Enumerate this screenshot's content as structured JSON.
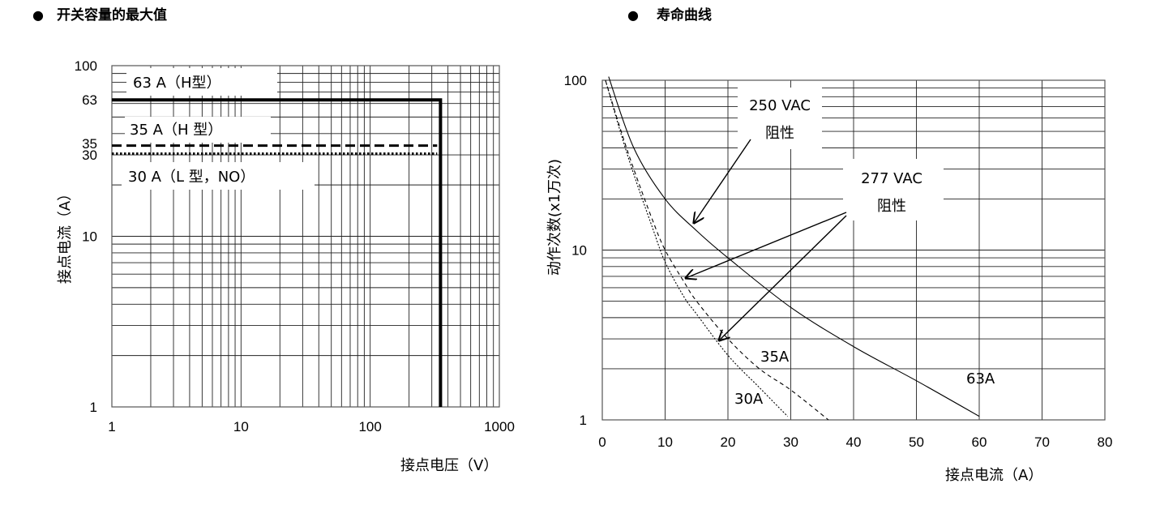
{
  "bullet": "●",
  "chart_data": [
    {
      "type": "line",
      "title": "开关容量的最大值",
      "xlabel": "接点电压（V）",
      "ylabel": "接点电流（A）",
      "xscale": "log",
      "yscale": "log",
      "xlim": [
        1,
        1000
      ],
      "ylim": [
        1,
        100
      ],
      "x_ticks": [
        1,
        10,
        100,
        1000
      ],
      "x_tick_labels": [
        "1",
        "10",
        "100",
        "1000"
      ],
      "y_ticks": [
        1,
        10,
        30,
        35,
        63,
        100
      ],
      "y_tick_labels": [
        "1",
        "10",
        "30",
        "35",
        "63",
        "100"
      ],
      "grid": true,
      "series": [
        {
          "name": "63 A（H型）",
          "style": "solid-thick",
          "x": [
            1,
            350,
            350
          ],
          "y": [
            63,
            63,
            1
          ]
        },
        {
          "name": "35 A（H 型）",
          "style": "dashed",
          "x": [
            1,
            330
          ],
          "y": [
            34,
            34
          ]
        },
        {
          "name": "30 A（L 型，NO）",
          "style": "dotted",
          "x": [
            1,
            330
          ],
          "y": [
            30.5,
            30.5
          ]
        }
      ]
    },
    {
      "type": "line",
      "title": "寿命曲线",
      "xlabel": "接点电流（A）",
      "ylabel": "动作次数(x1万次)",
      "xscale": "linear",
      "yscale": "log",
      "xlim": [
        0,
        80
      ],
      "ylim": [
        1,
        100
      ],
      "x_ticks": [
        0,
        10,
        20,
        30,
        40,
        50,
        60,
        70,
        80
      ],
      "x_tick_labels": [
        "0",
        "10",
        "20",
        "30",
        "40",
        "50",
        "60",
        "70",
        "80"
      ],
      "y_ticks": [
        1,
        10,
        100
      ],
      "y_tick_labels": [
        "1",
        "10",
        "100"
      ],
      "grid": true,
      "series": [
        {
          "name": "63A",
          "style": "solid",
          "x": [
            1,
            5,
            10,
            15,
            20,
            30,
            40,
            50,
            60
          ],
          "y": [
            105,
            40,
            20,
            13,
            9,
            4.6,
            2.7,
            1.7,
            1.05
          ]
        },
        {
          "name": "35A",
          "style": "dashed",
          "x": [
            0.5,
            3,
            5,
            8,
            10,
            13,
            15,
            20,
            25,
            30,
            36
          ],
          "y": [
            100,
            50,
            30,
            15,
            10,
            6.5,
            5,
            3,
            2,
            1.5,
            1
          ]
        },
        {
          "name": "30A",
          "style": "dotted",
          "x": [
            0.5,
            3,
            5,
            8,
            10,
            13,
            15,
            20,
            25,
            29.5
          ],
          "y": [
            100,
            48,
            28,
            13.5,
            8.5,
            5.3,
            4.2,
            2.4,
            1.55,
            1.05
          ]
        }
      ],
      "annotations": [
        {
          "line1": "250 VAC",
          "line2": "阻性",
          "points_to": "63A"
        },
        {
          "line1": "277 VAC",
          "line2": "阻性",
          "points_to": "35A, 30A"
        }
      ]
    }
  ]
}
